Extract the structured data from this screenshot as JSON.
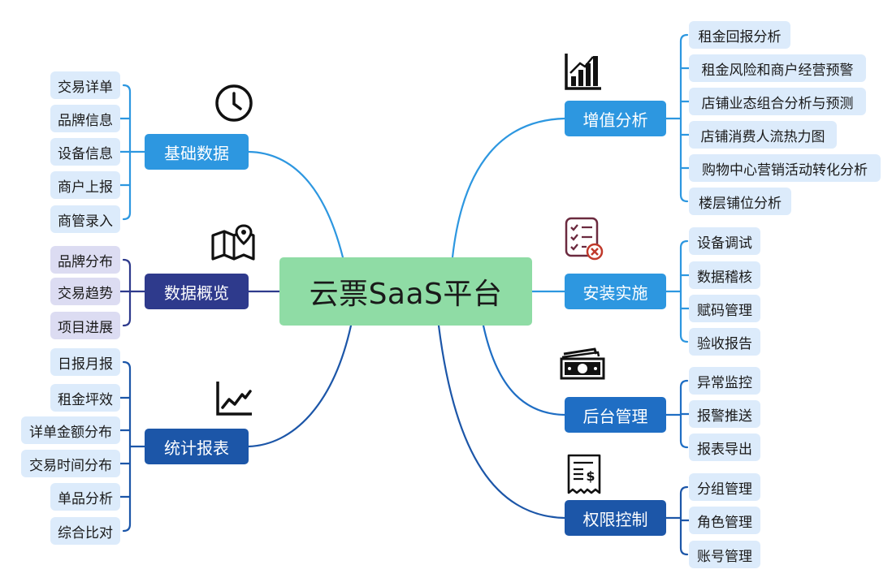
{
  "center": "云票SaaS平台",
  "branches": [
    {
      "label": "基础数据",
      "icon": "clock-icon",
      "children": [
        "交易详单",
        "品牌信息",
        "设备信息",
        "商户上报",
        "商管录入"
      ]
    },
    {
      "label": "数据概览",
      "icon": "map-pin-icon",
      "children": [
        "品牌分布",
        "交易趋势",
        "项目进展"
      ]
    },
    {
      "label": "统计报表",
      "icon": "trend-line-icon",
      "children": [
        "日报月报",
        "租金坪效",
        "详单金额分布",
        "交易时间分布",
        "单品分析",
        "综合比对"
      ]
    },
    {
      "label": "增值分析",
      "icon": "bar-chart-icon",
      "children": [
        "租金回报分析",
        "租金风险和商户经营预警",
        "店铺业态组合分析与预测",
        "店铺消费人流热力图",
        "购物中心营销活动转化分析",
        "楼层铺位分析"
      ]
    },
    {
      "label": "安装实施",
      "icon": "checklist-icon",
      "children": [
        "设备调试",
        "数据稽核",
        "赋码管理",
        "验收报告"
      ]
    },
    {
      "label": "后台管理",
      "icon": "cash-icon",
      "children": [
        "异常监控",
        "报警推送",
        "报表导出"
      ]
    },
    {
      "label": "权限控制",
      "icon": "receipt-icon",
      "children": [
        "分组管理",
        "角色管理",
        "账号管理"
      ]
    }
  ],
  "colors": {
    "center": "#8fdca5",
    "branch_light": "#2d97e0",
    "branch_mid": "#1f6ec4",
    "branch_navy": "#2e3a8c",
    "branch_dark": "#1c56a8",
    "leaf_blue": "#dcebfb",
    "leaf_lavender": "#dcdcf2"
  }
}
